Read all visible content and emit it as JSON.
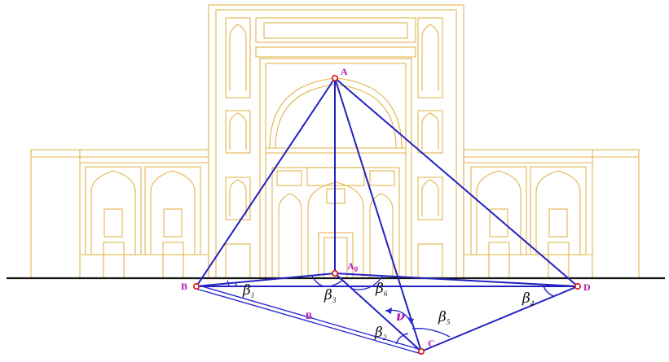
{
  "points": {
    "A": "A",
    "A0_base": "A",
    "A0_sub": "0",
    "B": "B",
    "C": "C",
    "D": "D"
  },
  "side_label": "B",
  "angles": [
    {
      "greek": "β",
      "sub": "1"
    },
    {
      "greek": "β",
      "sub": "3"
    },
    {
      "greek": "β",
      "sub": "6"
    },
    {
      "greek": "β",
      "sub": "2"
    },
    {
      "greek": "β",
      "sub": "5"
    },
    {
      "greek": "β",
      "sub": "4"
    }
  ],
  "nu": "ν",
  "colors": {
    "architecture": "#e2b44b",
    "geometry": "#2222c0",
    "labels": "#b01ab0",
    "points": "#e01010",
    "ground": "#111111"
  }
}
